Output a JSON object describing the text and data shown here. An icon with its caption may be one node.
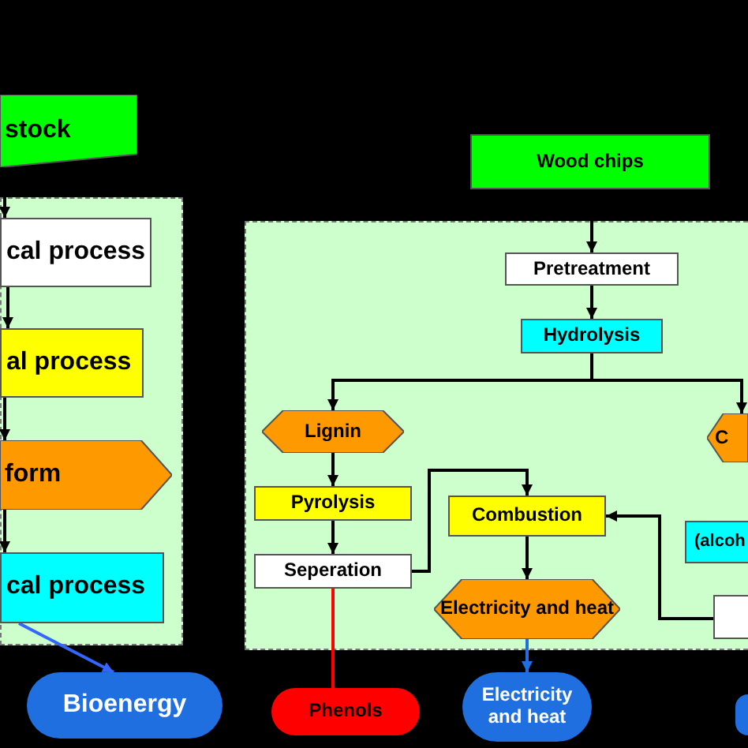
{
  "diagram": {
    "nodes": [
      {
        "text": [],
        "shape": "box"
      },
      {
        "text": [
          "stock"
        ]
      },
      {
        "text": [
          "cal process"
        ],
        "in": 0
      },
      {
        "text": [
          "al process"
        ],
        "in": 0
      },
      {
        "text": [
          "form"
        ],
        "in": 0
      },
      {
        "text": [
          "cal process"
        ],
        "in": 0
      },
      {
        "text": [
          "Bioenergy"
        ]
      },
      {
        "text": [],
        "shape": "box"
      },
      {
        "text": [
          "Wood chips"
        ]
      },
      {
        "text": [
          "Pretreatment"
        ],
        "in": 7
      },
      {
        "text": [
          "Hydrolysis"
        ],
        "in": 7
      },
      {
        "text": [
          "Lignin"
        ],
        "in": 7
      },
      {
        "text": [
          "C"
        ],
        "in": 7
      },
      {
        "text": [
          "Pyrolysis"
        ],
        "in": 7
      },
      {
        "text": [
          "Combustion"
        ],
        "in": 7
      },
      {
        "text": [
          "(alcoh"
        ],
        "in": 7
      },
      {
        "text": [
          "Seperation"
        ],
        "in": 7
      },
      {
        "text": [
          "Electricity and heat"
        ],
        "in": 7
      },
      {
        "text": [],
        "shape": "box",
        "in": 7
      },
      {
        "text": [
          "Phenols"
        ]
      },
      {
        "text": [
          "Electricity and heat"
        ]
      },
      {
        "text": [],
        "shape": "box"
      }
    ],
    "edges": [
      {
        "from": 1,
        "to": 2,
        "arrow": "to"
      },
      {
        "from": 2,
        "to": 3,
        "arrow": "to"
      },
      {
        "from": 3,
        "to": 4,
        "arrow": "to"
      },
      {
        "from": 4,
        "to": 5,
        "arrow": "to"
      },
      {
        "from": 5,
        "to": 6,
        "arrow": "to",
        "color": "#3366ff"
      },
      {
        "from": 8,
        "to": 9,
        "arrow": "to"
      },
      {
        "from": 9,
        "to": 10,
        "arrow": "to"
      },
      {
        "from": 10,
        "to": 11,
        "arrow": "to"
      },
      {
        "from": 10,
        "to": 12,
        "arrow": "to"
      },
      {
        "from": 11,
        "to": 13,
        "arrow": "to"
      },
      {
        "from": 13,
        "to": 16,
        "arrow": "to"
      },
      {
        "from": 16,
        "to": 14,
        "arrow": "to"
      },
      {
        "from": 14,
        "to": 17,
        "arrow": "to"
      },
      {
        "from": 18,
        "to": 14,
        "arrow": "to"
      },
      {
        "from": 16,
        "to": 19,
        "arrow": "none",
        "color": "#ff0000"
      },
      {
        "from": 17,
        "to": 20,
        "arrow": "to",
        "color": "#1f6fe0"
      }
    ]
  }
}
